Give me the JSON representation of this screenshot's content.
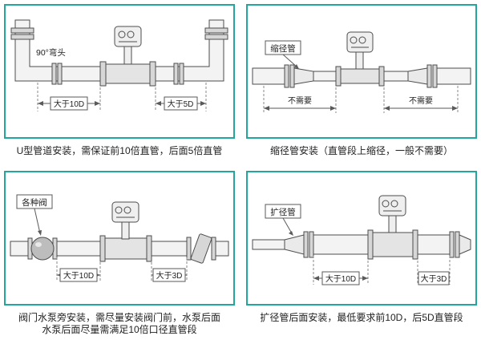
{
  "accent_color": "#23a69e",
  "ink_color": "#4d4d4d",
  "panels": {
    "u_type": {
      "caption": "U型管道安装，需保证前10倍直管，后面5倍直管",
      "elbow_label": "90°弯头",
      "dim_left": "大于10D",
      "dim_right": "大于5D"
    },
    "reducer": {
      "caption": "缩径管安装（直管段上缩径，一般不需要）",
      "part_label": "缩径管",
      "dim_left": "不需要",
      "dim_right": "不需要"
    },
    "valve_pump": {
      "caption_line1": "阀门水泵旁安装，需尽量安装阀门前，水泵后面",
      "caption_line2": "水泵后面尽量需满足10倍口径直管段",
      "part_label": "各种阀",
      "dim_left": "大于10D",
      "dim_right": "大于3D"
    },
    "expander": {
      "caption": "扩径管后面安装，最低要求前10D，后5D直管段",
      "part_label": "扩径管",
      "dim_left": "大于10D",
      "dim_right": "大于3D"
    }
  }
}
